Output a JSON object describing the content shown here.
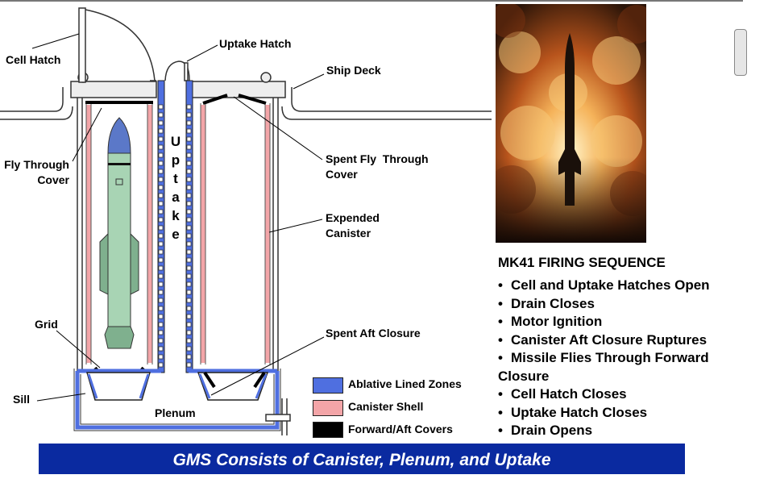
{
  "labels": {
    "cell_hatch": "Cell Hatch",
    "uptake_hatch": "Uptake Hatch",
    "ship_deck": "Ship Deck",
    "fly_through_cover": "Fly Through\nCover",
    "spent_fly_through_cover": "Spent Fly  Through\nCover",
    "expended_canister": "Expended\nCanister",
    "grid": "Grid",
    "spent_aft_closure": "Spent Aft  Closure",
    "sill": "Sill",
    "plenum": "Plenum",
    "uptake_vertical": "U p t a k e"
  },
  "legend": [
    {
      "label": "Ablative Lined Zones",
      "color": "#4f6fe0"
    },
    {
      "label": "Canister Shell",
      "color": "#f3a5a8"
    },
    {
      "label": "Forward/Aft Covers",
      "color": "#000000"
    }
  ],
  "sequence": {
    "title": "MK41 FIRING SEQUENCE",
    "steps": [
      "Cell and Uptake Hatches Open",
      "Drain Closes",
      "Motor Ignition",
      "Canister Aft Closure Ruptures",
      "Missile Flies Through Forward Closure",
      "Cell Hatch Closes",
      "Uptake Hatch Closes",
      "Drain Opens"
    ],
    "bullet": "•"
  },
  "banner": "GMS Consists of Canister, Plenum, and Uptake",
  "colors": {
    "ablative": "#4f6fe0",
    "shell": "#f3a5a8",
    "banner": "#0a2aa0",
    "missile": "#a8d4b4"
  }
}
